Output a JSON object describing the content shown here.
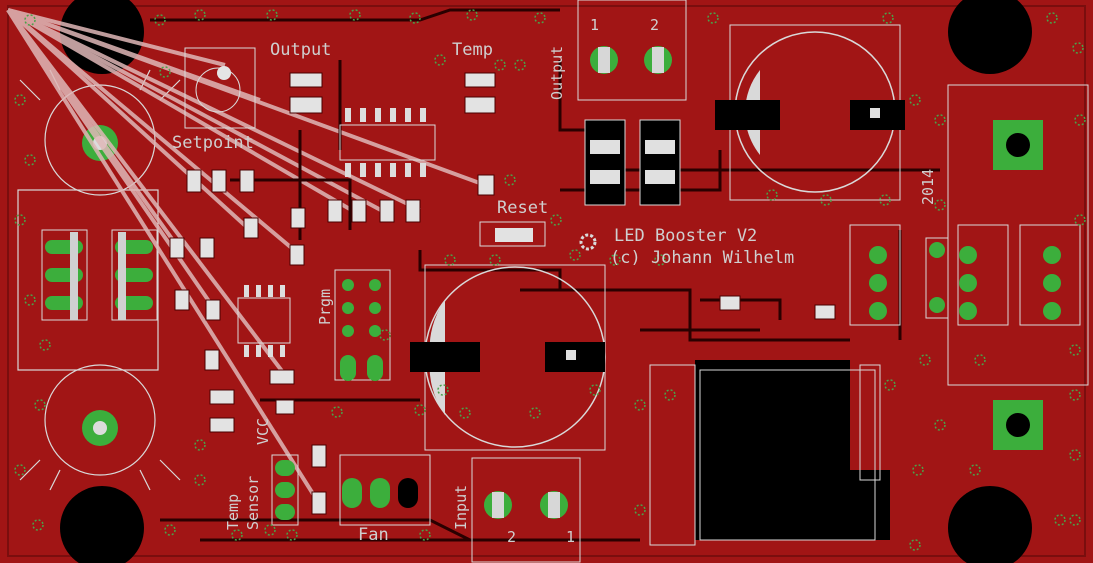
{
  "board": {
    "title": "LED Booster V2",
    "author": "(c) Johann Wilhelm",
    "year": "2014"
  },
  "labels": {
    "output_top": "Output",
    "temp": "Temp",
    "setpoint": "Setpoint",
    "reset": "Reset",
    "output_conn": "Output",
    "prgm": "Prgm",
    "fan": "Fan",
    "input": "Input",
    "temp_sensor_1": "Temp",
    "temp_sensor_2": "Sensor",
    "vcc": "VCC"
  },
  "pins": {
    "out_1": "1",
    "out_2": "2",
    "in_1": "1",
    "in_2": "2"
  },
  "colors": {
    "copper_top": "#a11515",
    "background": "#000000",
    "silkscreen": "#cfcfcf",
    "via": "#4aa34a",
    "pad_plated": "#3cae3c"
  }
}
